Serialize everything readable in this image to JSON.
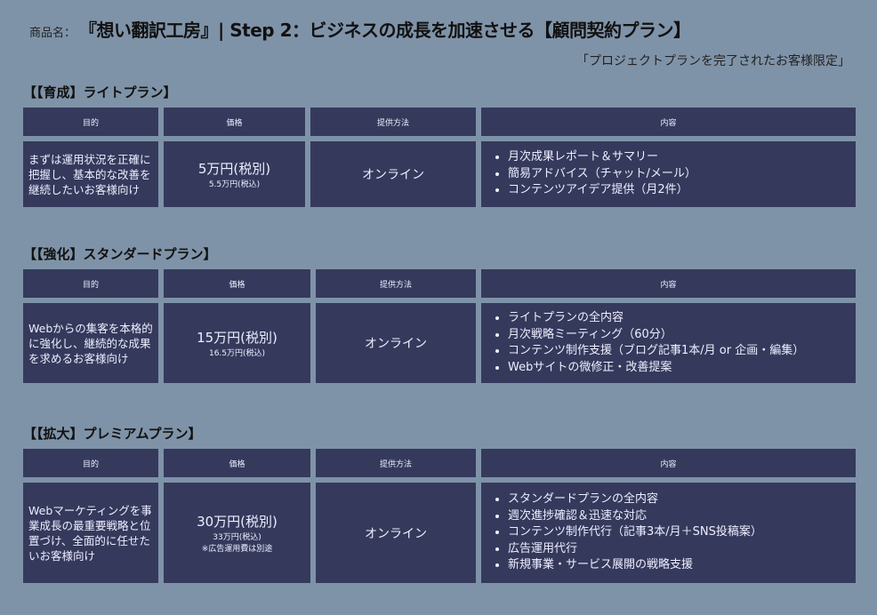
{
  "header": {
    "label": "商品名：",
    "title": "『想い翻訳工房』| Step 2：ビジネスの成長を加速させる【顧問契約プラン】",
    "subtitle": "「プロジェクトプランを完了されたお客様限定」"
  },
  "columns": [
    "目的",
    "価格",
    "提供方法",
    "内容"
  ],
  "plans": [
    {
      "name": "【【育成】ライトプラン】",
      "purpose": "まずは運用状況を正確に把握し、基本的な改善を継続したいお客様向け",
      "price": "5万円(税別)",
      "price_tax": "5.5万円(税込)",
      "note": "",
      "method": "オンライン",
      "items": [
        "月次成果レポート＆サマリー",
        "簡易アドバイス（チャット/メール）",
        "コンテンツアイデア提供（月2件）"
      ]
    },
    {
      "name": "【【強化】スタンダードプラン】",
      "purpose": "Webからの集客を本格的に強化し、継続的な成果を求めるお客様向け",
      "price": "15万円(税別)",
      "price_tax": "16.5万円(税込)",
      "note": "",
      "method": "オンライン",
      "items": [
        "ライトプランの全内容",
        "月次戦略ミーティング（60分）",
        "コンテンツ制作支援（ブログ記事1本/月 or 企画・編集）",
        "Webサイトの微修正・改善提案"
      ]
    },
    {
      "name": "【【拡大】プレミアムプラン】",
      "purpose": "Webマーケティングを事業成長の最重要戦略と位置づけ、全面的に任せたいお客様向け",
      "price": "30万円(税別)",
      "price_tax": "33万円(税込)",
      "note": "※広告運用費は別途",
      "method": "オンライン",
      "items": [
        "スタンダードプランの全内容",
        "週次進捗確認＆迅速な対応",
        "コンテンツ制作代行（記事3本/月＋SNS投稿案）",
        "広告運用代行",
        "新規事業・サービス展開の戦略支援"
      ]
    }
  ]
}
